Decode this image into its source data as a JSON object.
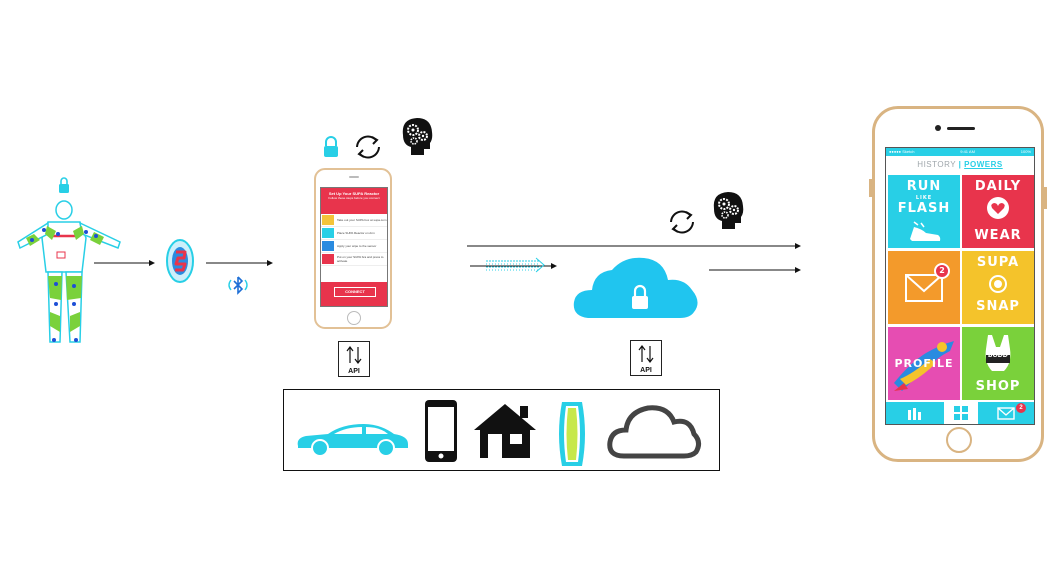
{
  "diagram": {
    "api_left_label": "API",
    "api_right_label": "API",
    "icons": [
      "bodysuit-icon",
      "wearable-sensor-icon",
      "bluetooth-icon",
      "lock-icon",
      "sync-icon",
      "brain-gears-icon",
      "cloud-icon",
      "car-icon",
      "smartphone-icon",
      "house-icon",
      "fitness-band-icon",
      "cloud-outline-icon"
    ],
    "colors": {
      "cyan": "#28cfe6",
      "cloud": "#20c5ef",
      "red": "#e8344c",
      "phone_frame": "#d9b482"
    }
  },
  "left_phone": {
    "header_line1": "Set Up Your SUPA Reactor",
    "header_line2": "Follow these steps before you connect",
    "steps": [
      "Take out your SUPA box at supa.com",
      "Place SUPA Reactor on Arm",
      "Apply your wipe to the sensor",
      "Put on your SUPA bra and press to activate"
    ],
    "connect_label": "CONNECT"
  },
  "right_phone": {
    "status_carrier": "●●●●● Sketch",
    "status_time": "9:41 AM",
    "status_battery": "100%",
    "tab_history": "HISTORY",
    "tab_separator": "|",
    "tab_powers": "POWERS",
    "tiles": {
      "run_line1": "RUN",
      "run_like": "LIKE",
      "run_line2": "FLASH",
      "daily_line1": "DAILY",
      "daily_line2": "WEAR",
      "mail_badge": "2",
      "supa_line1": "SUPA",
      "supa_line2": "SNAP",
      "profile": "PROFILE",
      "shop_brand": "BODD",
      "shop": "SHOP"
    },
    "nav_mail_badge": "2"
  }
}
